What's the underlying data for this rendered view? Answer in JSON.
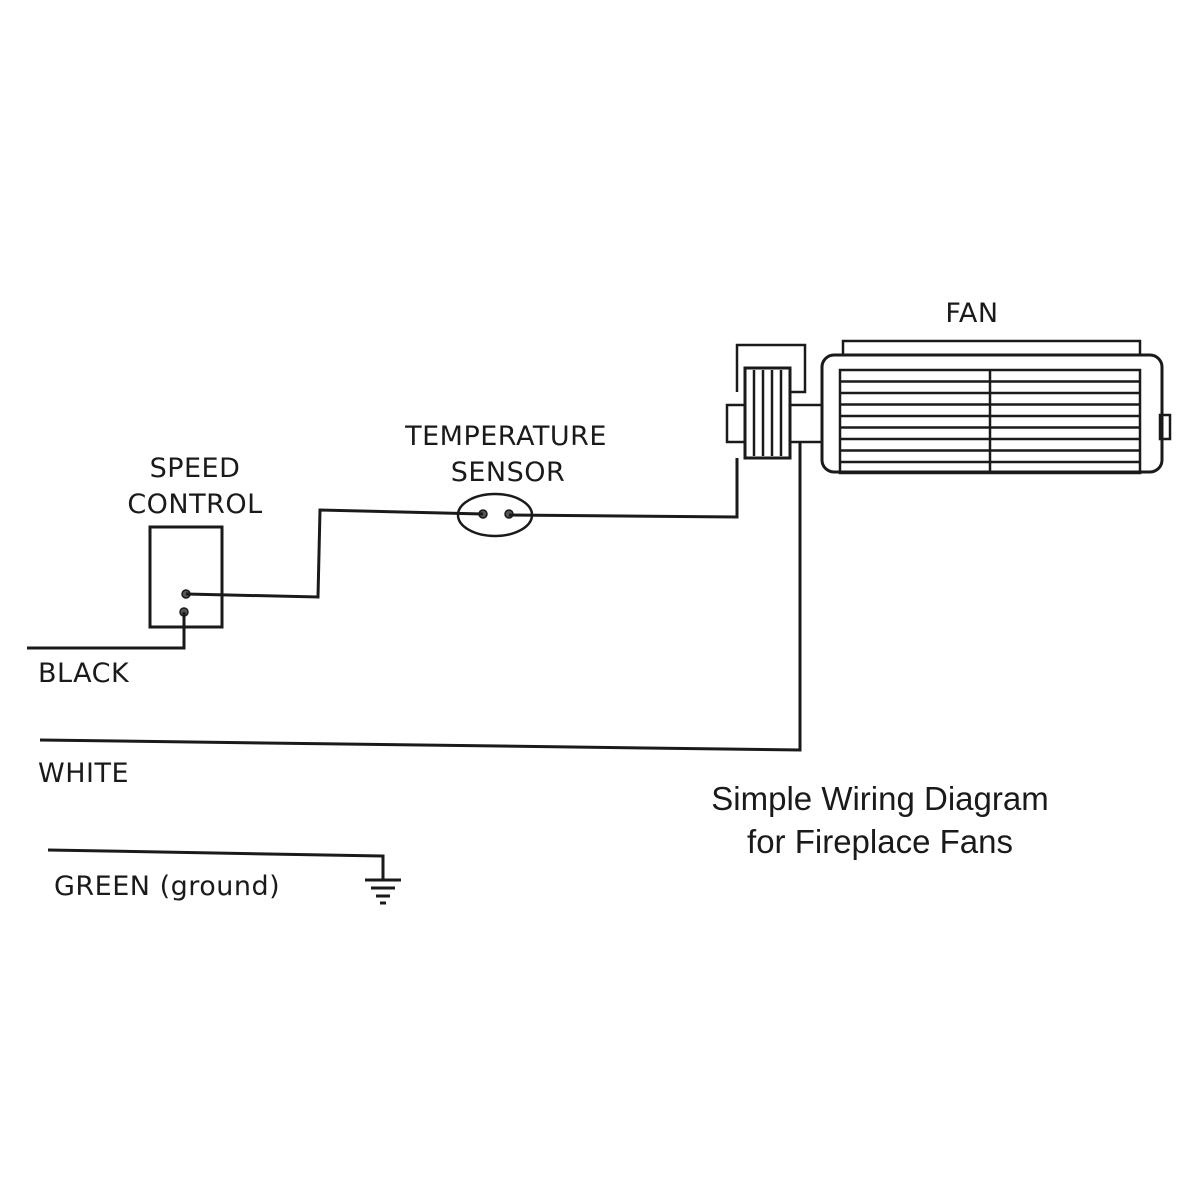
{
  "labels": {
    "fan": "FAN",
    "temperature_sensor_line1": "TEMPERATURE",
    "temperature_sensor_line2": "SENSOR",
    "speed_control_line1": "SPEED",
    "speed_control_line2": "CONTROL",
    "black_wire": "BLACK",
    "white_wire": "WHITE",
    "green_wire": "GREEN (ground)"
  },
  "title": {
    "line1": "Simple Wiring Diagram",
    "line2": "for Fireplace Fans"
  },
  "colors": {
    "ink": "#1a1a1a",
    "background": "#ffffff"
  }
}
